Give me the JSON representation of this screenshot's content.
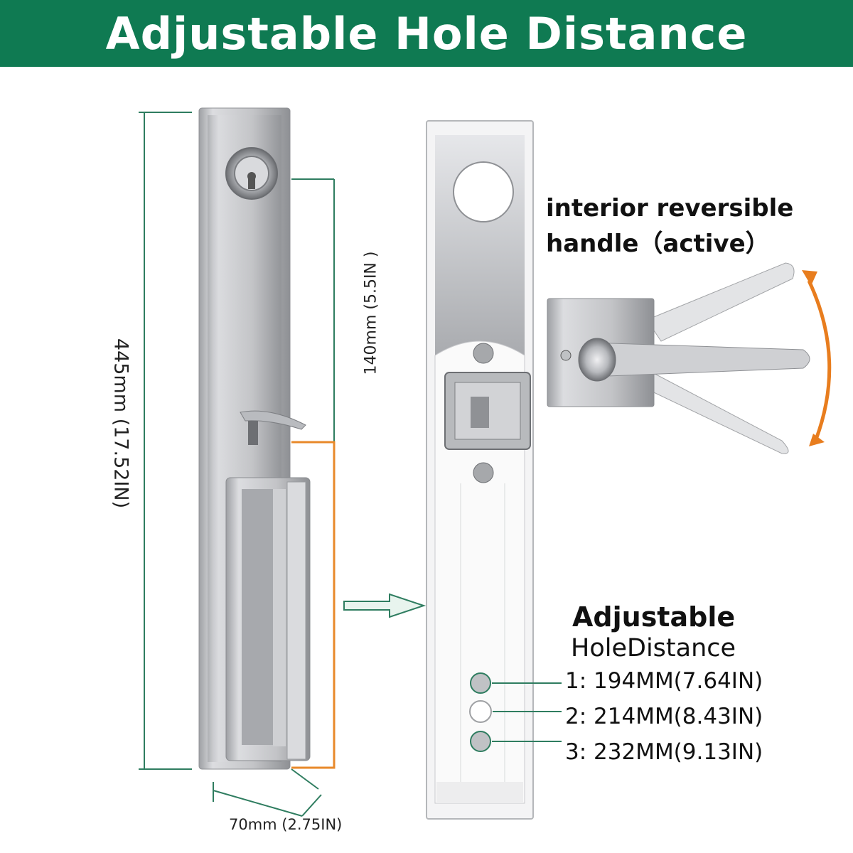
{
  "banner": {
    "title": "Adjustable Hole Distance",
    "color": "#0f7a52"
  },
  "dimensions": {
    "height": "445mm (17.52IN)",
    "spacing": "140mm (5.5IN )",
    "width": "70mm (2.75IN)"
  },
  "handle": {
    "caption_line1": "interior reversible",
    "caption_line2": "handle（active）"
  },
  "adjustable": {
    "title": "Adjustable",
    "subtitle": "HoleDistance",
    "options": [
      "1: 194MM(7.64IN)",
      "2: 214MM(8.43IN)",
      "3: 232MM(9.13IN)"
    ]
  },
  "colors": {
    "dimension_line": "#2f7d60",
    "highlight": "#e8892a",
    "arrow": "#e87d1e",
    "metal": "#c8c9cc"
  }
}
